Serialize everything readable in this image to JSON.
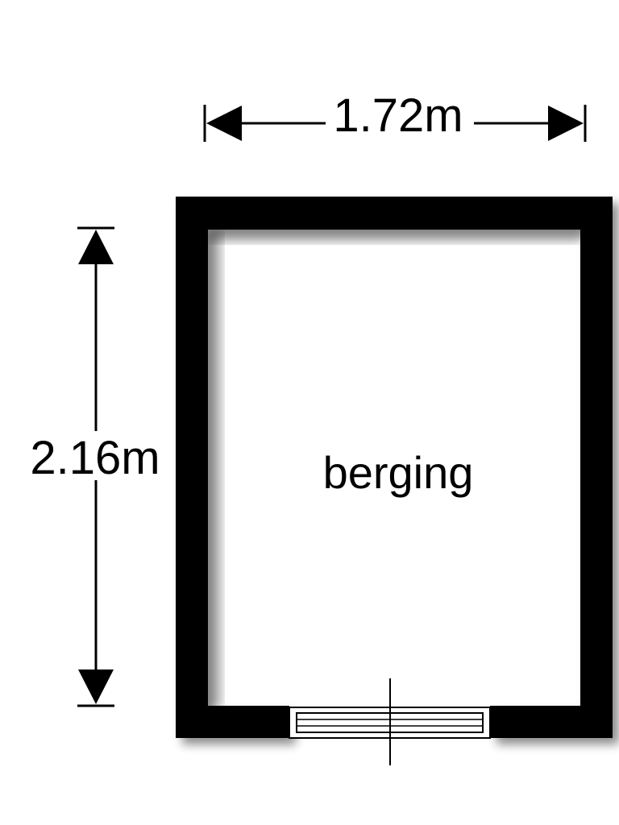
{
  "dimensions": {
    "width_label": "1.72m",
    "depth_label": "2.16m"
  },
  "room": {
    "name": "berging"
  },
  "colors": {
    "wall": "#000000",
    "background": "#ffffff",
    "shadow": "#9a9a9a"
  }
}
